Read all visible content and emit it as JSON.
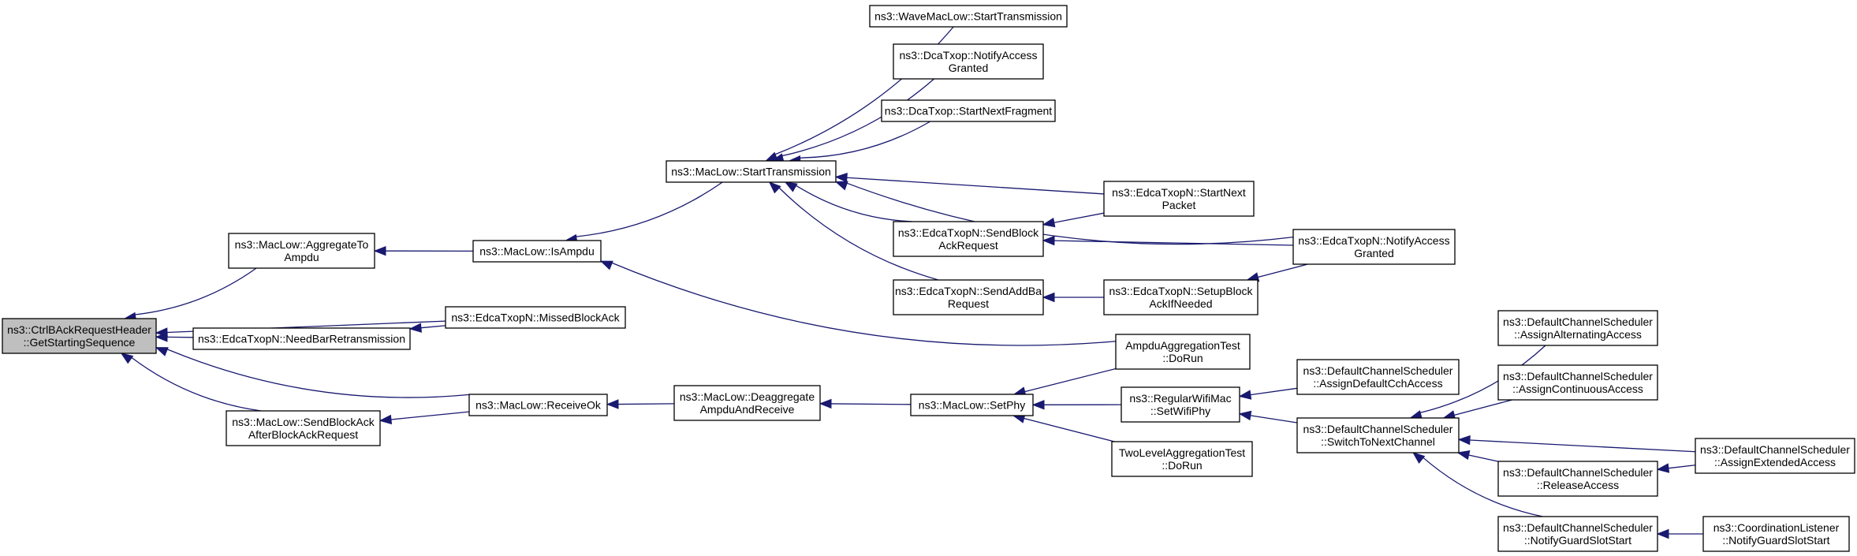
{
  "colors": {
    "edge": "#191970",
    "root_fill": "#bfbfbf",
    "node_fill": "#ffffff",
    "node_border": "#000000"
  },
  "nodes": [
    {
      "id": "root",
      "lines": [
        "ns3::CtrlBAckRequestHeader",
        "::GetStartingSequence"
      ],
      "root": true
    },
    {
      "id": "aggregate",
      "lines": [
        "ns3::MacLow::AggregateTo",
        "Ampdu"
      ]
    },
    {
      "id": "needbar",
      "lines": [
        "ns3::EdcaTxopN::NeedBarRetransmission"
      ]
    },
    {
      "id": "sendbaafter",
      "lines": [
        "ns3::MacLow::SendBlockAck",
        "AfterBlockAckRequest"
      ]
    },
    {
      "id": "isampdu",
      "lines": [
        "ns3::MacLow::IsAmpdu"
      ]
    },
    {
      "id": "missed",
      "lines": [
        "ns3::EdcaTxopN::MissedBlockAck"
      ]
    },
    {
      "id": "receiveok",
      "lines": [
        "ns3::MacLow::ReceiveOk"
      ]
    },
    {
      "id": "starttx",
      "lines": [
        "ns3::MacLow::StartTransmission"
      ]
    },
    {
      "id": "deaggregate",
      "lines": [
        "ns3::MacLow::Deaggregate",
        "AmpduAndReceive"
      ]
    },
    {
      "id": "wavestart",
      "lines": [
        "ns3::WaveMacLow::StartTransmission"
      ]
    },
    {
      "id": "dcanotify",
      "lines": [
        "ns3::DcaTxop::NotifyAccess",
        "Granted"
      ]
    },
    {
      "id": "dcanext",
      "lines": [
        "ns3::DcaTxop::StartNextFragment"
      ]
    },
    {
      "id": "sendbar",
      "lines": [
        "ns3::EdcaTxopN::SendBlock",
        "AckRequest"
      ]
    },
    {
      "id": "sendaddba",
      "lines": [
        "ns3::EdcaTxopN::SendAddBa",
        "Request"
      ]
    },
    {
      "id": "setphy",
      "lines": [
        "ns3::MacLow::SetPhy"
      ]
    },
    {
      "id": "startnextpkt",
      "lines": [
        "ns3::EdcaTxopN::StartNext",
        "Packet"
      ]
    },
    {
      "id": "setupba",
      "lines": [
        "ns3::EdcaTxopN::SetupBlock",
        "AckIfNeeded"
      ]
    },
    {
      "id": "ampdutest",
      "lines": [
        "AmpduAggregationTest",
        "::DoRun"
      ]
    },
    {
      "id": "regularwifi",
      "lines": [
        "ns3::RegularWifiMac",
        "::SetWifiPhy"
      ]
    },
    {
      "id": "twolevel",
      "lines": [
        "TwoLevelAggregationTest",
        "::DoRun"
      ]
    },
    {
      "id": "edcanotify",
      "lines": [
        "ns3::EdcaTxopN::NotifyAccess",
        "Granted"
      ]
    },
    {
      "id": "assigncch",
      "lines": [
        "ns3::DefaultChannelScheduler",
        "::AssignDefaultCchAccess"
      ]
    },
    {
      "id": "switchnext",
      "lines": [
        "ns3::DefaultChannelScheduler",
        "::SwitchToNextChannel"
      ]
    },
    {
      "id": "assignalt",
      "lines": [
        "ns3::DefaultChannelScheduler",
        "::AssignAlternatingAccess"
      ]
    },
    {
      "id": "assigncont",
      "lines": [
        "ns3::DefaultChannelScheduler",
        "::AssignContinuousAccess"
      ]
    },
    {
      "id": "release",
      "lines": [
        "ns3::DefaultChannelScheduler",
        "::ReleaseAccess"
      ]
    },
    {
      "id": "notifyguard",
      "lines": [
        "ns3::DefaultChannelScheduler",
        "::NotifyGuardSlotStart"
      ]
    },
    {
      "id": "assignext",
      "lines": [
        "ns3::DefaultChannelScheduler",
        "::AssignExtendedAccess"
      ]
    },
    {
      "id": "coordlistener",
      "lines": [
        "ns3::CoordinationListener",
        "::NotifyGuardSlotStart"
      ]
    }
  ],
  "edges": [
    {
      "from": "aggregate",
      "to": "root"
    },
    {
      "from": "needbar",
      "to": "root"
    },
    {
      "from": "sendbaafter",
      "to": "root"
    },
    {
      "from": "missed",
      "to": "root"
    },
    {
      "from": "receiveok",
      "to": "root"
    },
    {
      "from": "isampdu",
      "to": "aggregate"
    },
    {
      "from": "missed",
      "to": "needbar"
    },
    {
      "from": "receiveok",
      "to": "sendbaafter"
    },
    {
      "from": "starttx",
      "to": "isampdu"
    },
    {
      "from": "ampdutest",
      "to": "isampdu"
    },
    {
      "from": "deaggregate",
      "to": "receiveok"
    },
    {
      "from": "wavestart",
      "to": "starttx"
    },
    {
      "from": "dcanotify",
      "to": "starttx"
    },
    {
      "from": "dcanext",
      "to": "starttx"
    },
    {
      "from": "sendbar",
      "to": "starttx"
    },
    {
      "from": "sendaddba",
      "to": "starttx"
    },
    {
      "from": "startnextpkt",
      "to": "starttx"
    },
    {
      "from": "edcanotify",
      "to": "starttx"
    },
    {
      "from": "setphy",
      "to": "deaggregate"
    },
    {
      "from": "startnextpkt",
      "to": "sendbar"
    },
    {
      "from": "edcanotify",
      "to": "sendbar"
    },
    {
      "from": "setupba",
      "to": "sendaddba"
    },
    {
      "from": "edcanotify",
      "to": "setupba"
    },
    {
      "from": "ampdutest",
      "to": "setphy"
    },
    {
      "from": "regularwifi",
      "to": "setphy"
    },
    {
      "from": "twolevel",
      "to": "setphy"
    },
    {
      "from": "assigncch",
      "to": "regularwifi"
    },
    {
      "from": "switchnext",
      "to": "regularwifi"
    },
    {
      "from": "assignalt",
      "to": "switchnext"
    },
    {
      "from": "assigncont",
      "to": "switchnext"
    },
    {
      "from": "release",
      "to": "switchnext"
    },
    {
      "from": "notifyguard",
      "to": "switchnext"
    },
    {
      "from": "assignext",
      "to": "switchnext"
    },
    {
      "from": "assignext",
      "to": "release"
    },
    {
      "from": "coordlistener",
      "to": "notifyguard"
    }
  ]
}
